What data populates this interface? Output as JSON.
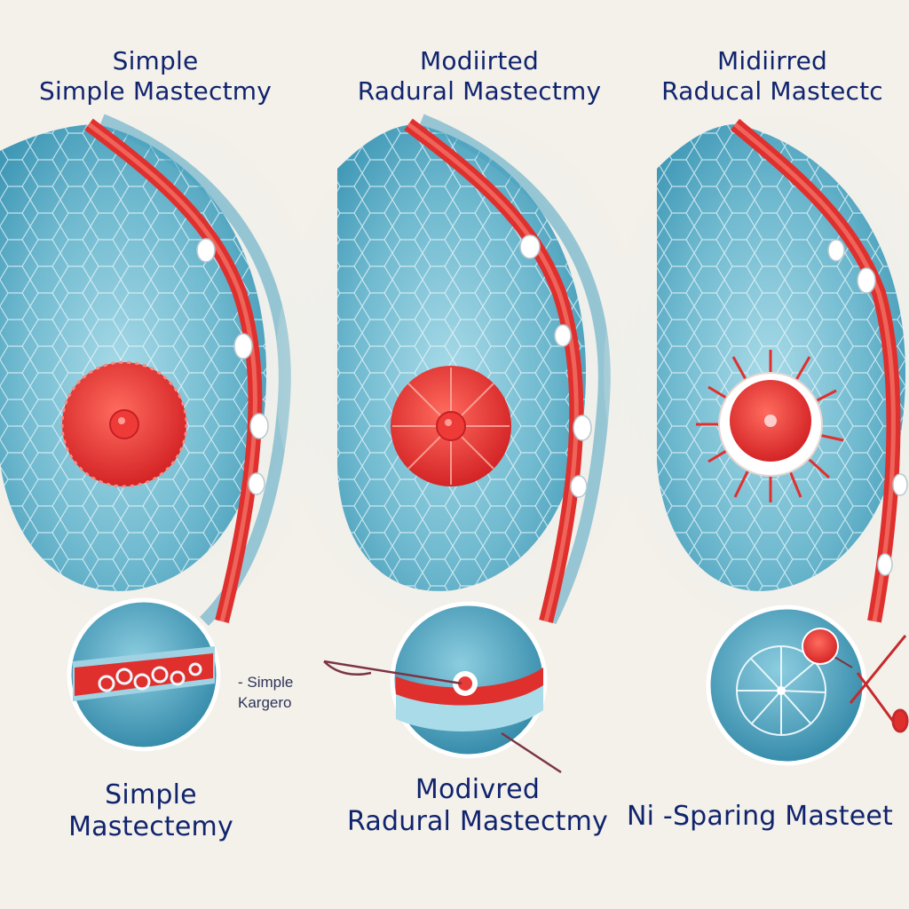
{
  "panels": [
    {
      "title_line1": "Simple",
      "title_line2": "Simple Mastectmy",
      "caption_line1": "Simple",
      "caption_line2": "Mastectemy",
      "side_label_line1": "- Simple",
      "side_label_line2": "Kargero"
    },
    {
      "title_line1": "Modiirted",
      "title_line2": "Radural Mastectmy",
      "caption_line1": "Modivred",
      "caption_line2": "Radural Mastectmy"
    },
    {
      "title_line1": "Midiirred",
      "title_line2": "Raducal  Mastectc",
      "caption_line1": "Ni  -Sparing Masteet"
    }
  ],
  "colors": {
    "background": "#f4f0ea",
    "tissue": "#7cc3d6",
    "tissue_dark": "#2f8aa8",
    "muscle": "#e0302e",
    "tumor": "#e83a36",
    "text": "#10246e"
  },
  "icons": [
    "tumor-icon",
    "scissors-icon",
    "needle-icon",
    "lymph-node-icon"
  ]
}
